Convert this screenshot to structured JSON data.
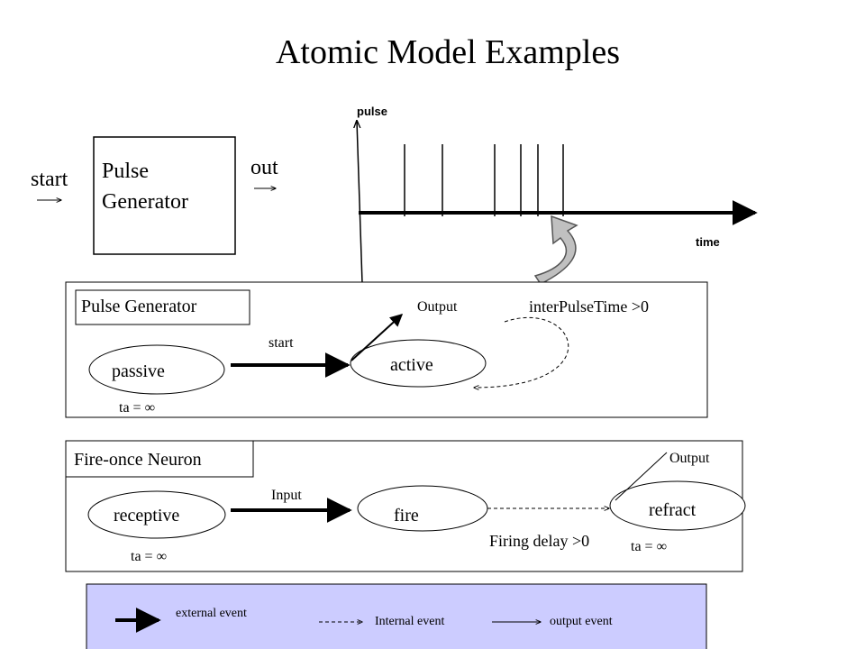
{
  "title": "Atomic Model Examples",
  "block": {
    "input_label": "start",
    "name_line1": "Pulse",
    "name_line2": "Generator",
    "output_label": "out"
  },
  "plot": {
    "y_label": "pulse",
    "x_label": "time"
  },
  "pulse_generator": {
    "name": "Pulse Generator",
    "state_passive": "passive",
    "state_active": "active",
    "transition_start": "start",
    "output_label": "Output",
    "internal_label": "interPulseTime >0",
    "ta_passive": "ta = ∞"
  },
  "neuron": {
    "name": "Fire-once Neuron",
    "state_receptive": "receptive",
    "state_fire": "fire",
    "state_refract": "refract",
    "input_label": "Input",
    "output_label": "Output",
    "firing_delay": "Firing delay >0",
    "ta_receptive": "ta = ∞",
    "ta_refract": "ta = ∞"
  },
  "legend": {
    "external": "external event",
    "internal": "Internal event",
    "output": "output event",
    "background": "#ccccff"
  }
}
